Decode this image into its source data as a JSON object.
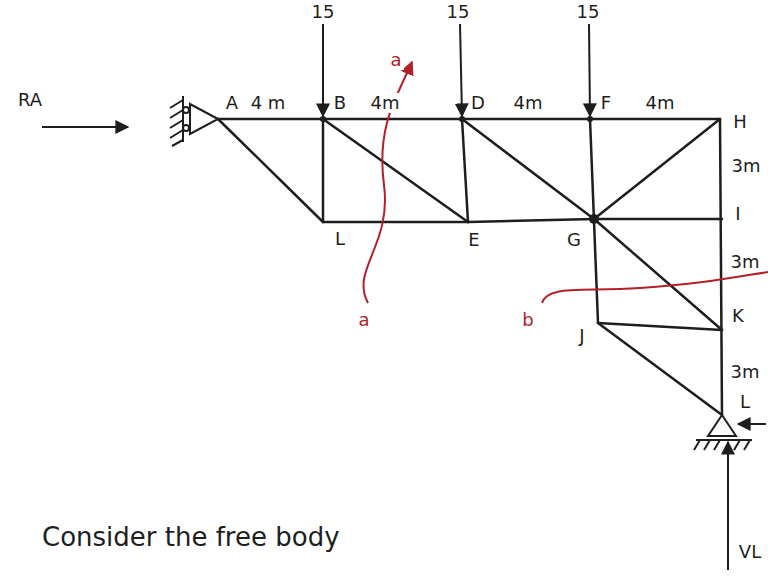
{
  "diagram": {
    "labels": [
      "15",
      "15",
      "15",
      "RA",
      "A",
      "4 m",
      "B",
      "4m",
      "D",
      "4m",
      "F",
      "4m",
      "H",
      "3m",
      "L",
      "E",
      "G",
      "I",
      "3m",
      "a",
      "a",
      "b",
      "J",
      "K",
      "3m",
      "L",
      "VL",
      "Consider the free body"
    ]
  }
}
